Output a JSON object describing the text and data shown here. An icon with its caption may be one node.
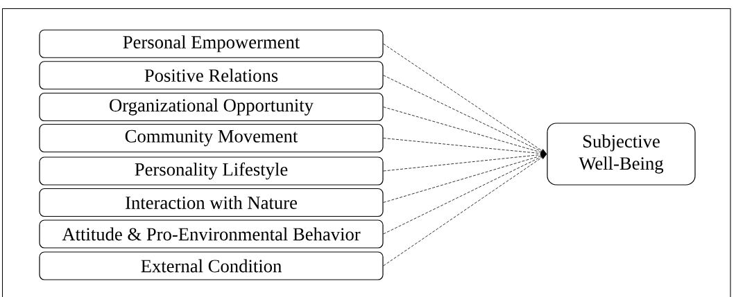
{
  "diagram": {
    "nodes": [
      {
        "text": [
          "Personal Empowerment"
        ]
      },
      {
        "text": [
          "Positive Relations"
        ]
      },
      {
        "text": [
          "Organizational Opportunity"
        ]
      },
      {
        "text": [
          "Community Movement"
        ]
      },
      {
        "text": [
          "Personality Lifestyle"
        ]
      },
      {
        "text": [
          "Interaction with Nature"
        ]
      },
      {
        "text": [
          "Attitude & Pro-Environmental Behavior"
        ]
      },
      {
        "text": [
          "External Condition"
        ]
      },
      {
        "text": [
          "Subjective Well-Being"
        ]
      }
    ],
    "edges": [
      {
        "from": 0,
        "to": 8,
        "arrow": "to",
        "style": "dashed"
      },
      {
        "from": 1,
        "to": 8,
        "arrow": "to",
        "style": "dashed"
      },
      {
        "from": 2,
        "to": 8,
        "arrow": "to",
        "style": "dashed"
      },
      {
        "from": 3,
        "to": 8,
        "arrow": "to",
        "style": "dashed"
      },
      {
        "from": 4,
        "to": 8,
        "arrow": "to",
        "style": "dashed"
      },
      {
        "from": 5,
        "to": 8,
        "arrow": "to",
        "style": "dashed"
      },
      {
        "from": 6,
        "to": 8,
        "arrow": "to",
        "style": "dashed"
      },
      {
        "from": 7,
        "to": 8,
        "arrow": "to",
        "style": "dashed"
      }
    ]
  }
}
